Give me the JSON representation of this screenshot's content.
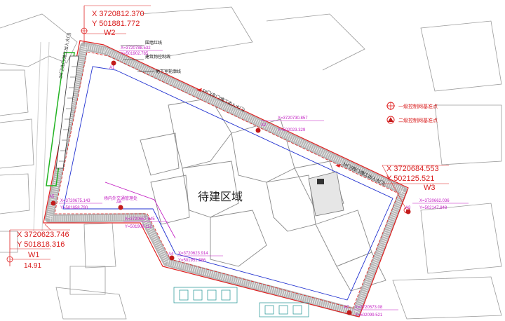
{
  "main_label": "待建区域",
  "control_points": {
    "W2": {
      "name": "W2",
      "x": "X  3720812.370",
      "y": "Y  501881.772"
    },
    "W3": {
      "name": "W3",
      "x": "X  3720684.553",
      "y": "Y  502125.521"
    },
    "W1": {
      "name": "W1",
      "x": "X  3720623.746",
      "y": "Y  501818.316",
      "elev": "14.91"
    }
  },
  "secondary_points": [
    {
      "name": "A1",
      "x": "X=3720788.532",
      "y": "Y=501902.785"
    },
    {
      "name": "A2",
      "x": "X=3720730.857",
      "y": "Y=502023.329"
    },
    {
      "name": "A3",
      "x": "X=3720662.036",
      "y": "Y=502147.848"
    },
    {
      "name": "A4",
      "x": "X=3720623.914",
      "y": "Y=501951.586"
    },
    {
      "name": "A5",
      "x": "X=3720675.143",
      "y": "Y=501858.790"
    },
    {
      "name": "A6",
      "x": "X=3720657.545",
      "y": "Y=501909.112"
    },
    {
      "name": "A7",
      "x": "X=3720573.08",
      "y": "Y=502099.521"
    }
  ],
  "legend": {
    "primary": "一级控制网基准点",
    "secondary": "二级控制网基准点"
  },
  "annotations": {
    "wall": "围墙红线",
    "building_line": "建筑物控制线",
    "basement_line": "地下室轮廓线",
    "gate1": "1#门(东门/施工出入大门)",
    "gate2": "2#门(北门/施工出入大门)",
    "gate3": "3#门(西门/施工出入大门)",
    "site_area": "场内外交通管理处"
  }
}
